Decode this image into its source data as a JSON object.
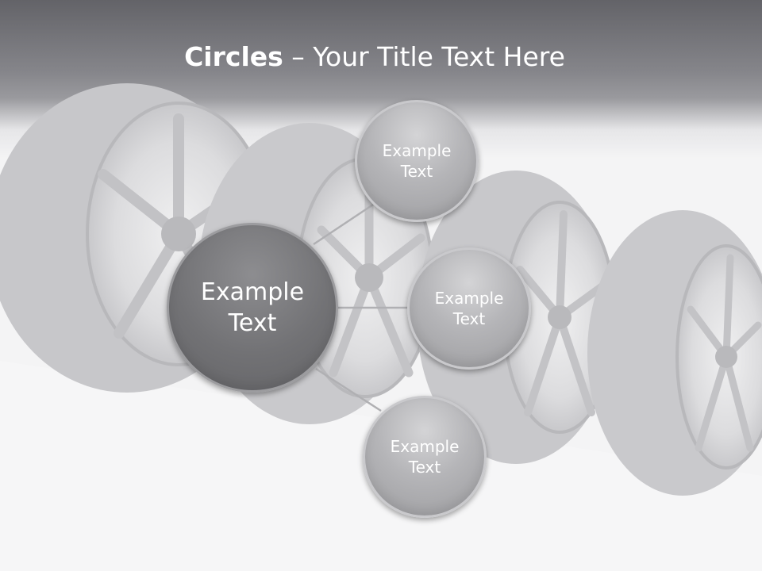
{
  "title": {
    "bold": "Circles",
    "rest": " – Your Title Text Here"
  },
  "diagram": {
    "center": {
      "label": "Example\nText"
    },
    "nodes": [
      {
        "label": "Example\nText"
      },
      {
        "label": "Example\nText"
      },
      {
        "label": "Example\nText"
      }
    ]
  },
  "colors": {
    "header_dark": "#636368",
    "center_circle": "#727275",
    "small_circle": "#b5b5b8",
    "connector": "#b0b0b3",
    "tire": "#c4c4c7"
  },
  "icons": [
    "tire-wheel-image"
  ]
}
